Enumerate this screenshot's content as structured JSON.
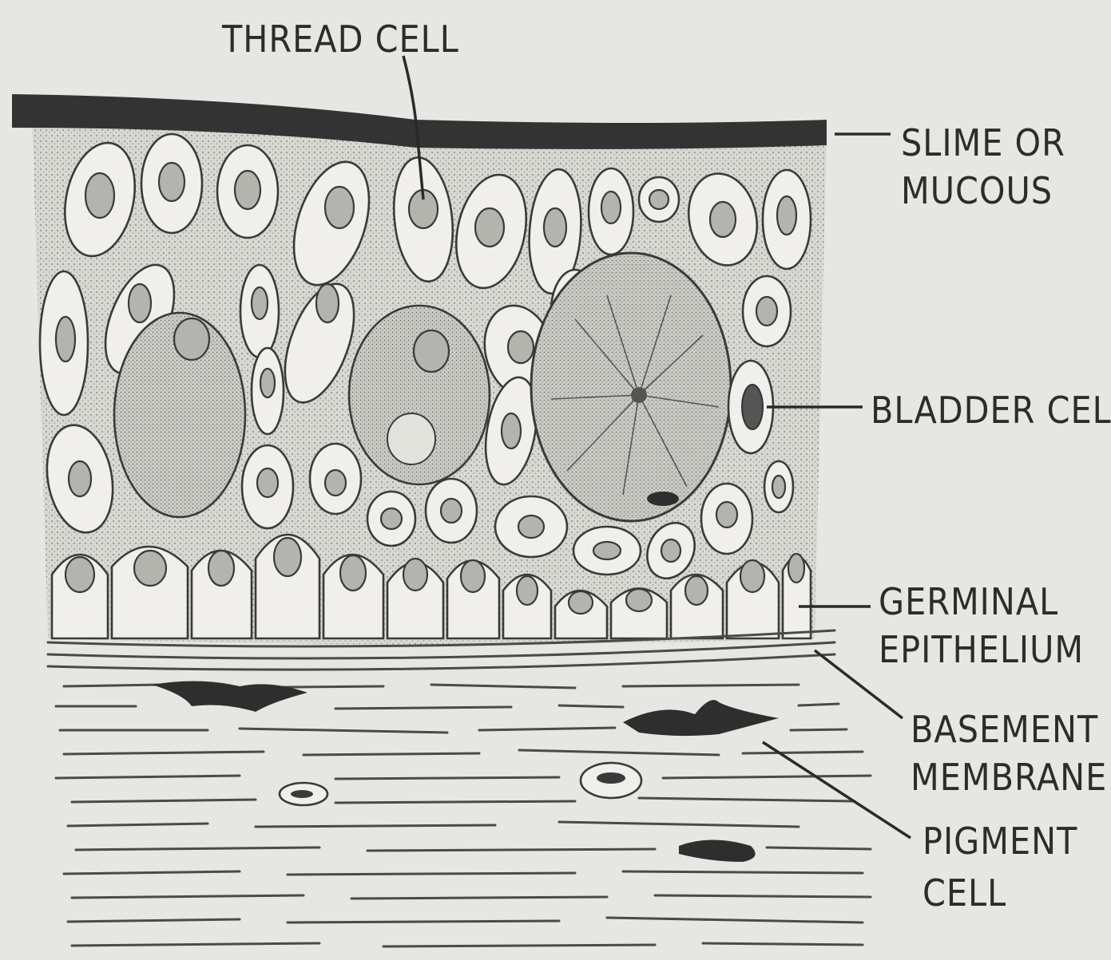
{
  "labels": {
    "thread_cell": "THREAD CELL",
    "slime_line1": "SLIME OR",
    "slime_line2": "MUCOUS",
    "bladder_cell": "BLADDER CELL",
    "germinal_line1": "GERMINAL",
    "germinal_line2": "EPITHELIUM",
    "basement_line1": "BASEMENT",
    "basement_line2": "MEMBRANE",
    "pigment_line1": "PIGMENT",
    "pigment_line2": "CELL"
  },
  "colors": {
    "background": "#e6e6e2",
    "ink": "#2c2c2c",
    "slime": "#333333",
    "matrix": "#d8d8d3"
  }
}
